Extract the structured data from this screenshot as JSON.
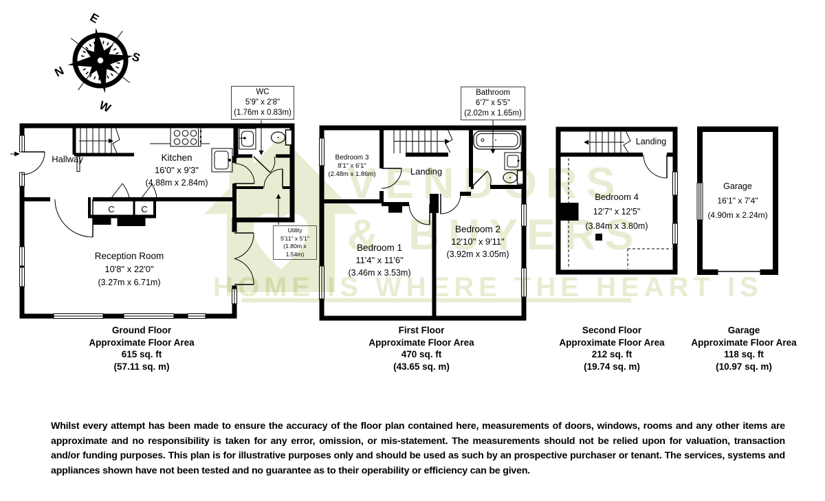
{
  "compass": {
    "n": "N",
    "e": "E",
    "s": "S",
    "w": "W"
  },
  "watermark": {
    "brand_line1": "VENDORS",
    "brand_line2": "& BUYERS",
    "tagline": "HOME IS WHERE THE HEART IS",
    "color": "#e9ecd2"
  },
  "ground_floor": {
    "hallway": "Hallway",
    "kitchen": {
      "name": "Kitchen",
      "imperial": "16'0\" x 9'3\"",
      "metric": "(4.88m x 2.84m)"
    },
    "reception": {
      "name": "Reception Room",
      "imperial": "10'8\" x 22'0\"",
      "metric": "(3.27m x 6.71m)"
    },
    "closet_left": "C",
    "closet_right": "C",
    "wc": {
      "name": "WC",
      "imperial": "5'9\" x 2'8\"",
      "metric": "(1.76m x 0.83m)"
    },
    "utility": {
      "name": "Utility",
      "imperial": "5'11\" x 5'1\"",
      "metric": "(1.80m x 1.54m)"
    },
    "label": {
      "title": "Ground Floor",
      "line2": "Approximate Floor Area",
      "line3": "615 sq. ft",
      "line4": "(57.11 sq. m)"
    }
  },
  "first_floor": {
    "landing": "Landing",
    "bedroom1": {
      "name": "Bedroom 1",
      "imperial": "11'4\" x 11'6\"",
      "metric": "(3.46m x 3.53m)"
    },
    "bedroom2": {
      "name": "Bedroom 2",
      "imperial": "12'10\" x 9'11\"",
      "metric": "(3.92m x 3.05m)"
    },
    "bedroom3": {
      "name": "Bedroom 3",
      "imperial": "8'1\" x 6'1\"",
      "metric": "(2.48m x 1.86m)"
    },
    "bathroom": {
      "name": "Bathroom",
      "imperial": "6'7\" x 5'5\"",
      "metric": "(2.02m x 1.65m)"
    },
    "label": {
      "title": "First Floor",
      "line2": "Approximate Floor Area",
      "line3": "470 sq. ft",
      "line4": "(43.65 sq. m)"
    }
  },
  "second_floor": {
    "landing": "Landing",
    "bedroom4": {
      "name": "Bedroom 4",
      "imperial": "12'7\" x 12'5\"",
      "metric": "(3.84m x 3.80m)"
    },
    "label": {
      "title": "Second Floor",
      "line2": "Approximate Floor Area",
      "line3": "212 sq. ft",
      "line4": "(19.74 sq. m)"
    }
  },
  "garage": {
    "room": {
      "name": "Garage",
      "imperial": "16'1\" x 7'4\"",
      "metric": "(4.90m x 2.24m)"
    },
    "label": {
      "title": "Garage",
      "line2": "Approximate Floor Area",
      "line3": "118 sq. ft",
      "line4": "(10.97 sq. m)"
    }
  },
  "disclaimer": "Whilst every attempt has been made to ensure the accuracy of the floor plan contained here, measurements of doors, windows, rooms and any other items are approximate and no responsibility is taken for any error, omission, or mis-statement. The measurements should not be relied upon for valuation, transaction and/or funding purposes. This plan is for illustrative purposes only and should be used as such by an prospective purchaser or tenant. The services, systems and appliances shown have not been tested and no guarantee as to their operability or efficiency can be given."
}
